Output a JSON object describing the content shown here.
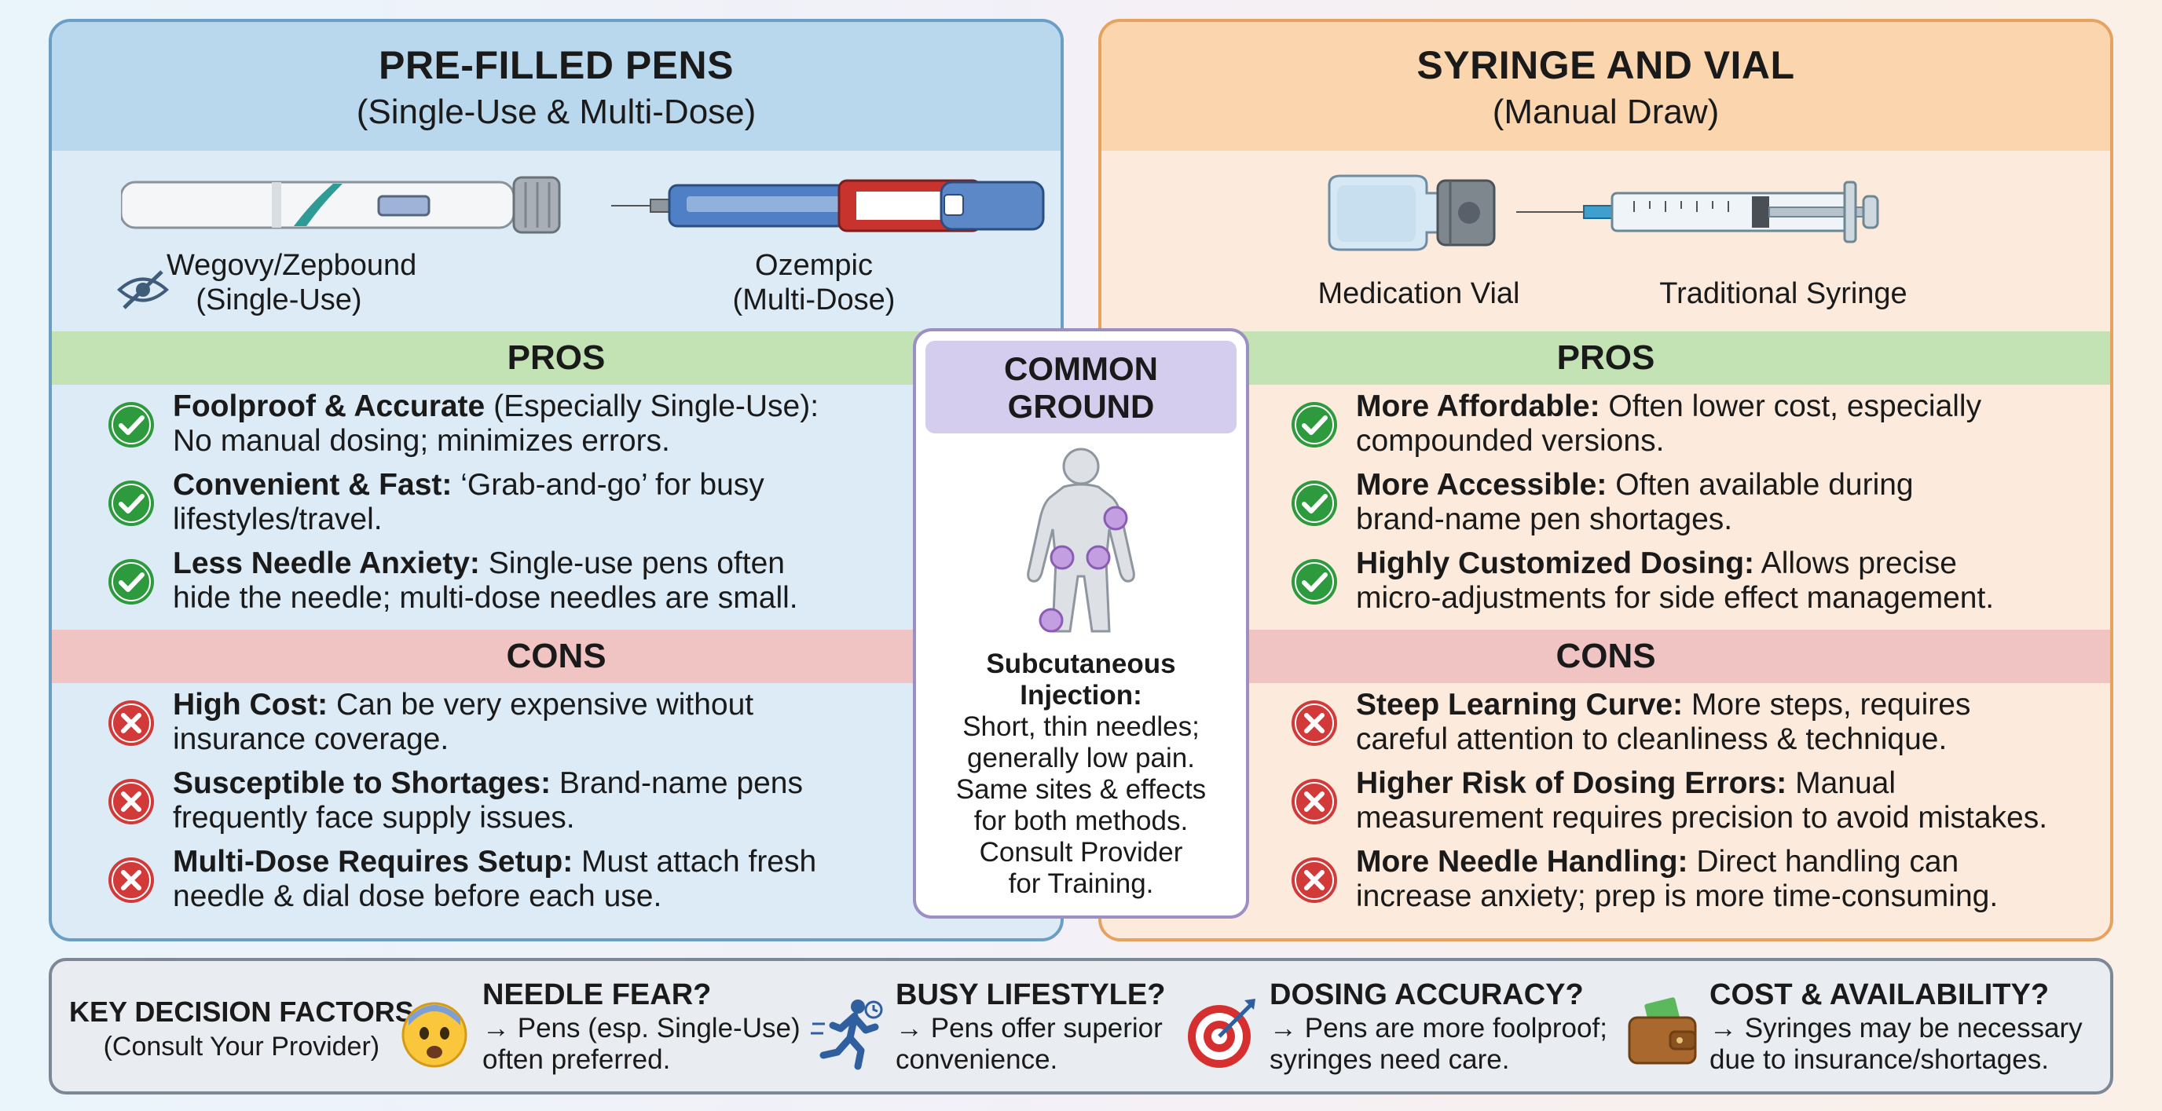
{
  "left_panel": {
    "title": "PRE-FILLED PENS",
    "subtitle": "(Single-Use & Multi-Dose)",
    "devices": [
      {
        "name_line1": "Wegovy/Zepbound",
        "name_line2": "(Single-Use)",
        "icon": "eye-slash-icon"
      },
      {
        "name_line1": "Ozempic",
        "name_line2": "(Multi-Dose)"
      }
    ],
    "pros_label": "PROS",
    "pros": [
      {
        "bold": "Foolproof & Accurate",
        "line1": " (Especially Single-Use):",
        "line2": "No manual dosing; minimizes errors."
      },
      {
        "bold": "Convenient & Fast:",
        "line1": " ‘Grab-and-go’ for busy",
        "line2": "lifestyles/travel."
      },
      {
        "bold": "Less Needle Anxiety:",
        "line1": " Single-use pens often",
        "line2": "hide the needle; multi-dose needles are small."
      }
    ],
    "cons_label": "CONS",
    "cons": [
      {
        "bold": "High Cost:",
        "line1": " Can be very expensive without",
        "line2": "insurance coverage."
      },
      {
        "bold": "Susceptible to Shortages:",
        "line1": " Brand-name pens",
        "line2": "frequently face supply issues."
      },
      {
        "bold": "Multi-Dose Requires Setup:",
        "line1": " Must attach fresh",
        "line2": "needle & dial dose before each use."
      }
    ]
  },
  "right_panel": {
    "title": "SYRINGE AND VIAL",
    "subtitle": "(Manual Draw)",
    "devices": [
      {
        "name": "Medication Vial"
      },
      {
        "name": "Traditional Syringe"
      }
    ],
    "pros_label": "PROS",
    "pros": [
      {
        "bold": "More Affordable:",
        "line1": " Often lower cost, especially",
        "line2": "compounded versions."
      },
      {
        "bold": "More Accessible:",
        "line1": " Often available during",
        "line2": "brand-name pen shortages."
      },
      {
        "bold": "Highly Customized Dosing:",
        "line1": " Allows precise",
        "line2": "micro-adjustments for side effect management."
      }
    ],
    "cons_label": "CONS",
    "cons": [
      {
        "bold": "Steep Learning Curve:",
        "line1": " More steps, requires",
        "line2": "careful attention to cleanliness & technique."
      },
      {
        "bold": "Higher Risk of Dosing Errors:",
        "line1": " Manual",
        "line2": "measurement requires precision to avoid mistakes."
      },
      {
        "bold": "More Needle Handling:",
        "line1": " Direct handling can",
        "line2": "increase anxiety; prep is more time-consuming."
      }
    ]
  },
  "center": {
    "title_line1": "COMMON",
    "title_line2": "GROUND",
    "heading_line1": "Subcutaneous",
    "heading_line2": "Injection:",
    "lines": [
      "Short, thin needles;",
      "generally low pain.",
      "Same sites & effects",
      "for both methods.",
      "Consult Provider",
      "for Training."
    ]
  },
  "footer": {
    "title": "KEY DECISION FACTORS",
    "subtitle": "(Consult Your Provider)",
    "factors": [
      {
        "title": "NEEDLE FEAR?",
        "line1": "→ Pens (esp. Single-Use)",
        "line2": "often preferred.",
        "icon": "fearful-face-icon"
      },
      {
        "title": "BUSY LIFESTYLE?",
        "line1": "→ Pens offer superior",
        "line2": "convenience.",
        "icon": "running-person-icon"
      },
      {
        "title": "DOSING ACCURACY?",
        "line1": "→ Pens are more foolproof;",
        "line2": "syringes need care.",
        "icon": "target-icon"
      },
      {
        "title": "COST & AVAILABILITY?",
        "line1": "→ Syringes may be necessary",
        "line2": "due to insurance/shortages.",
        "icon": "wallet-icon"
      }
    ]
  },
  "colors": {
    "check_green": "#2e9a3e",
    "cross_red": "#d23a3a",
    "left_border": "#6a9ec4",
    "right_border": "#e6a25e",
    "center_border": "#9b8fc4"
  }
}
